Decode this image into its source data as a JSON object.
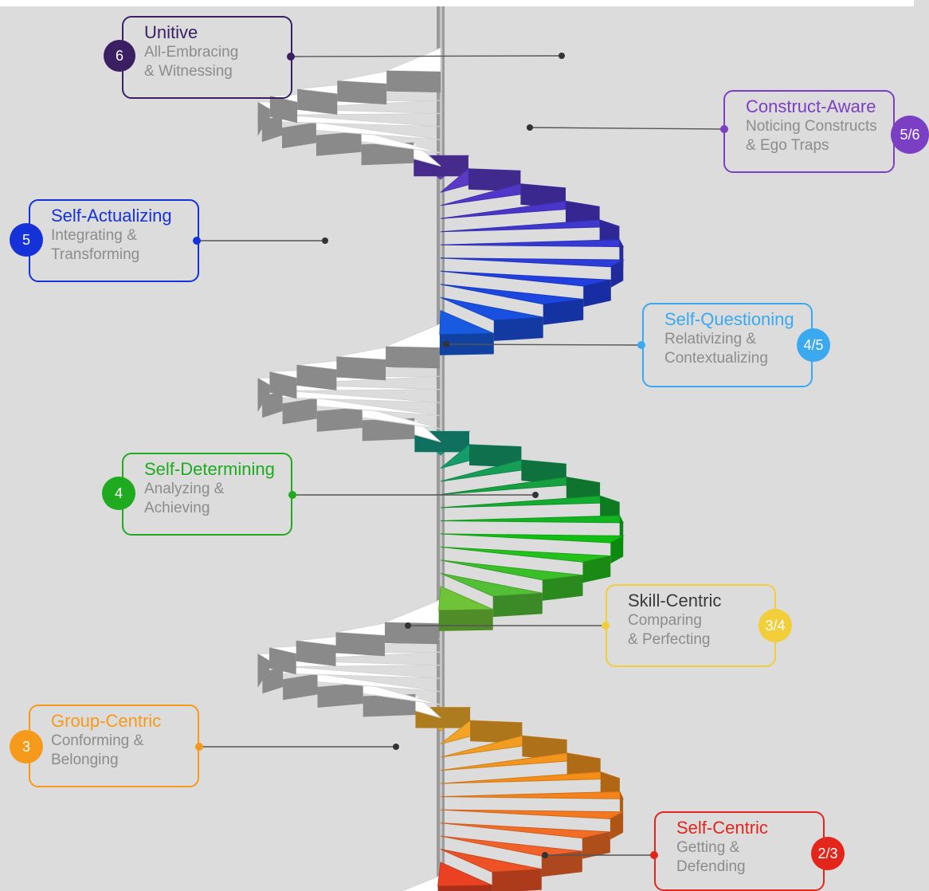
{
  "stages": [
    {
      "id": "unitive",
      "badge": "6",
      "title": "Unitive",
      "line1": "All-Embracing",
      "line2": "& Witnessing",
      "color": "#3b1f63"
    },
    {
      "id": "construct-aware",
      "badge": "5/6",
      "title": "Construct-Aware",
      "line1": "Noticing Constructs",
      "line2": "& Ego Traps",
      "color": "#7b3fc4"
    },
    {
      "id": "self-actualizing",
      "badge": "5",
      "title": "Self-Actualizing",
      "line1": "Integrating &",
      "line2": "Transforming",
      "color": "#1432d8"
    },
    {
      "id": "self-questioning",
      "badge": "4/5",
      "title": "Self-Questioning",
      "line1": "Relativizing &",
      "line2": "Contextualizing",
      "color": "#3aa9f0"
    },
    {
      "id": "self-determining",
      "badge": "4",
      "title": "Self-Determining",
      "line1": "Analyzing &",
      "line2": "Achieving",
      "color": "#1faa1f"
    },
    {
      "id": "skill-centric",
      "badge": "3/4",
      "title": "Skill-Centric",
      "line1": "Comparing",
      "line2": "& Perfecting",
      "color": "#f2cf3a",
      "title_color": "#3a3a3a"
    },
    {
      "id": "group-centric",
      "badge": "3",
      "title": "Group-Centric",
      "line1": "Conforming &",
      "line2": "Belonging",
      "color": "#f59a1a"
    },
    {
      "id": "self-centric",
      "badge": "2/3",
      "title": "Self-Centric",
      "line1": "Getting &",
      "line2": "Defending",
      "color": "#e2261c"
    }
  ]
}
